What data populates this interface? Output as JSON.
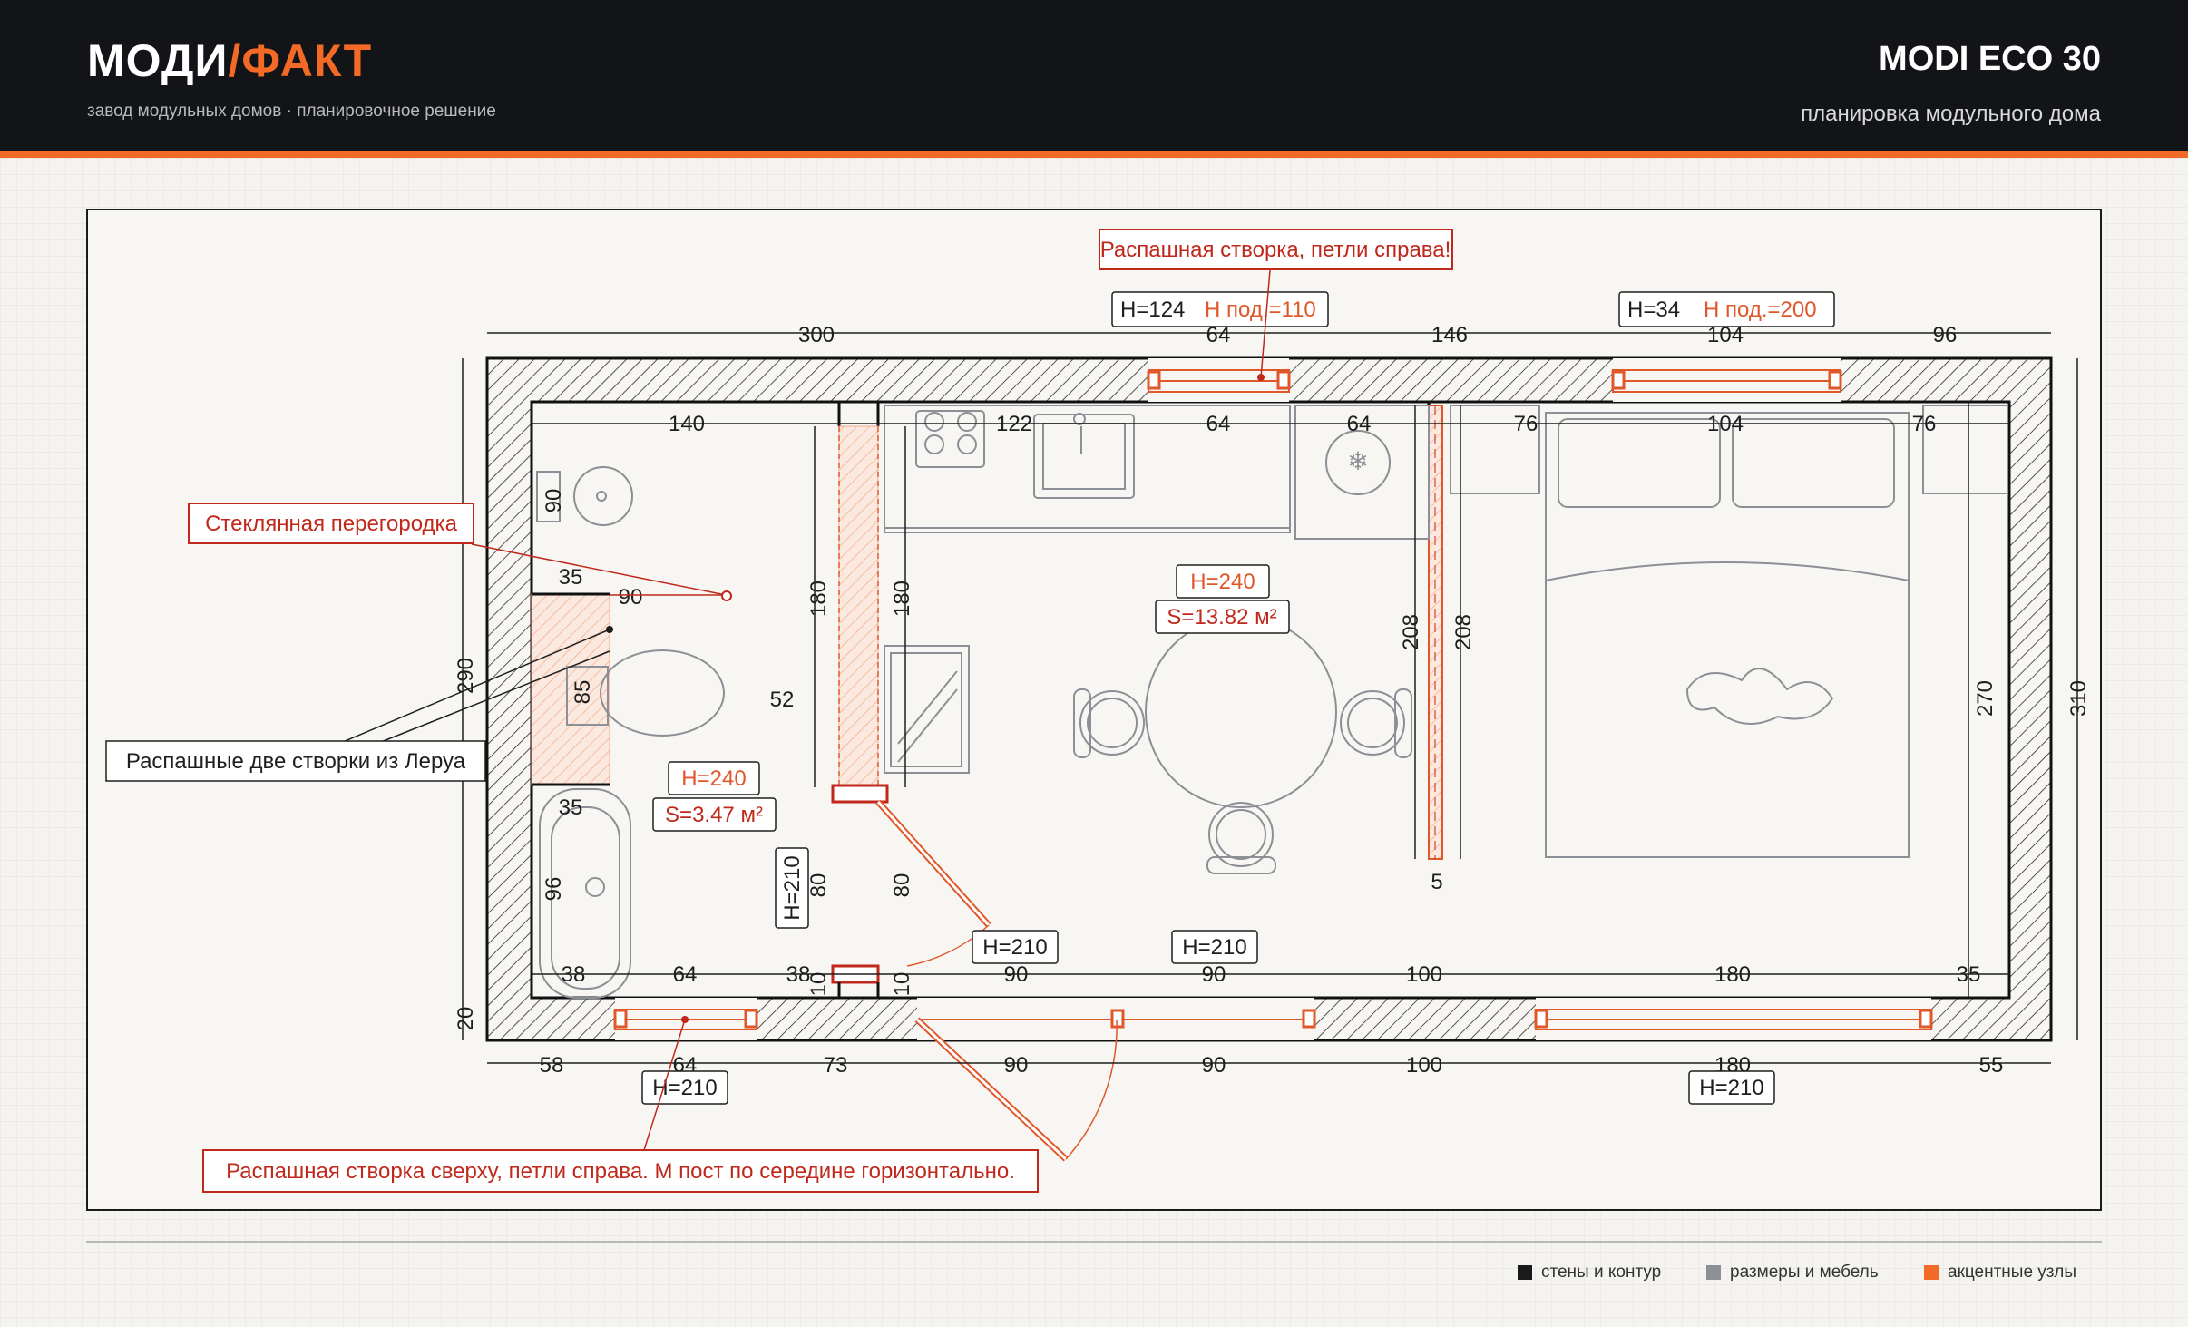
{
  "header": {
    "brand_main": "МОДИ",
    "brand_slash": "/",
    "brand_accent": "ФАКТ",
    "tagline": "завод модульных домов · планировочное решение",
    "model": "MODI ECO 30",
    "model_sub": "планировка модульного дома"
  },
  "notes": {
    "top_window": "Распашная створка, петли справа!",
    "glass": "Стеклянная перегородка",
    "doors_leroy": "Распашные две створки из Леруа",
    "bottom": "Распашная створка сверху, петли справа. М пост по середине горизонтально."
  },
  "tags": {
    "win1_h": "H=124",
    "win1_sill": "H под.=110",
    "win2_h": "H=34",
    "win2_sill": "H под.=200",
    "bath_h": "H=240",
    "bath_area": "S=3.47 м²",
    "main_h": "H=240",
    "main_area": "S=13.82 м²",
    "door_bath": "H=210",
    "door_entry": "H=210",
    "door_mid": "H=210",
    "win_bath": "H=210",
    "win_big": "H=210"
  },
  "dims": {
    "top": [
      "300",
      "64",
      "146",
      "104",
      "96"
    ],
    "inner_top": [
      "140",
      "122",
      "64",
      "64",
      "76",
      "104",
      "76"
    ],
    "bottom": [
      "58",
      "64",
      "73",
      "90",
      "90",
      "100",
      "180",
      "55"
    ],
    "inner_bottom": [
      "38",
      "64",
      "38",
      "90",
      "90",
      "100",
      "180",
      "35"
    ],
    "left": [
      "290",
      "20"
    ],
    "right": [
      "310",
      "270"
    ],
    "bath": [
      "90",
      "35",
      "90",
      "85",
      "52",
      "35",
      "96",
      "10",
      "10"
    ],
    "partition": [
      "180",
      "180",
      "80",
      "80",
      "208",
      "208",
      "5"
    ]
  },
  "legend": [
    {
      "label": "стены и контур",
      "color": "#1a1a1a"
    },
    {
      "label": "размеры и мебель",
      "color": "#8c8f96"
    },
    {
      "label": "акцентные узлы",
      "color": "#f26a25"
    }
  ]
}
